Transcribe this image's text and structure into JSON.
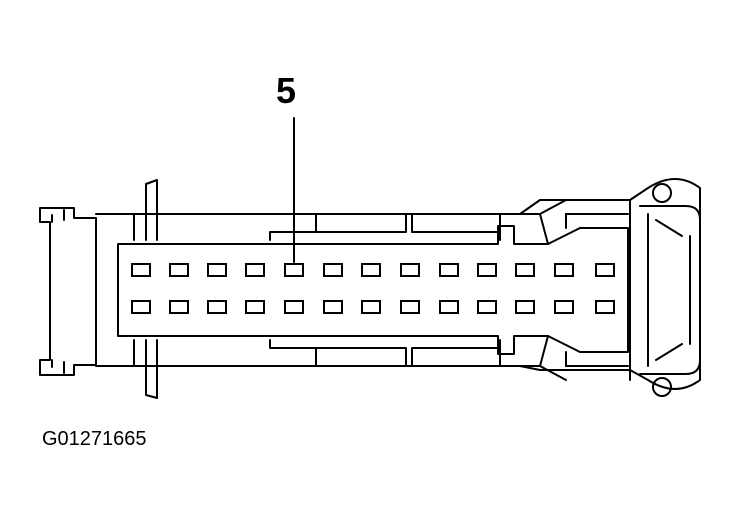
{
  "diagram": {
    "callout": "5",
    "figure_id": "G01271665",
    "pin_rows": [
      {
        "row": "top",
        "count": 13
      },
      {
        "row": "bottom",
        "count": 13
      }
    ],
    "highlighted_pin": {
      "row": "top",
      "position": 5
    }
  }
}
